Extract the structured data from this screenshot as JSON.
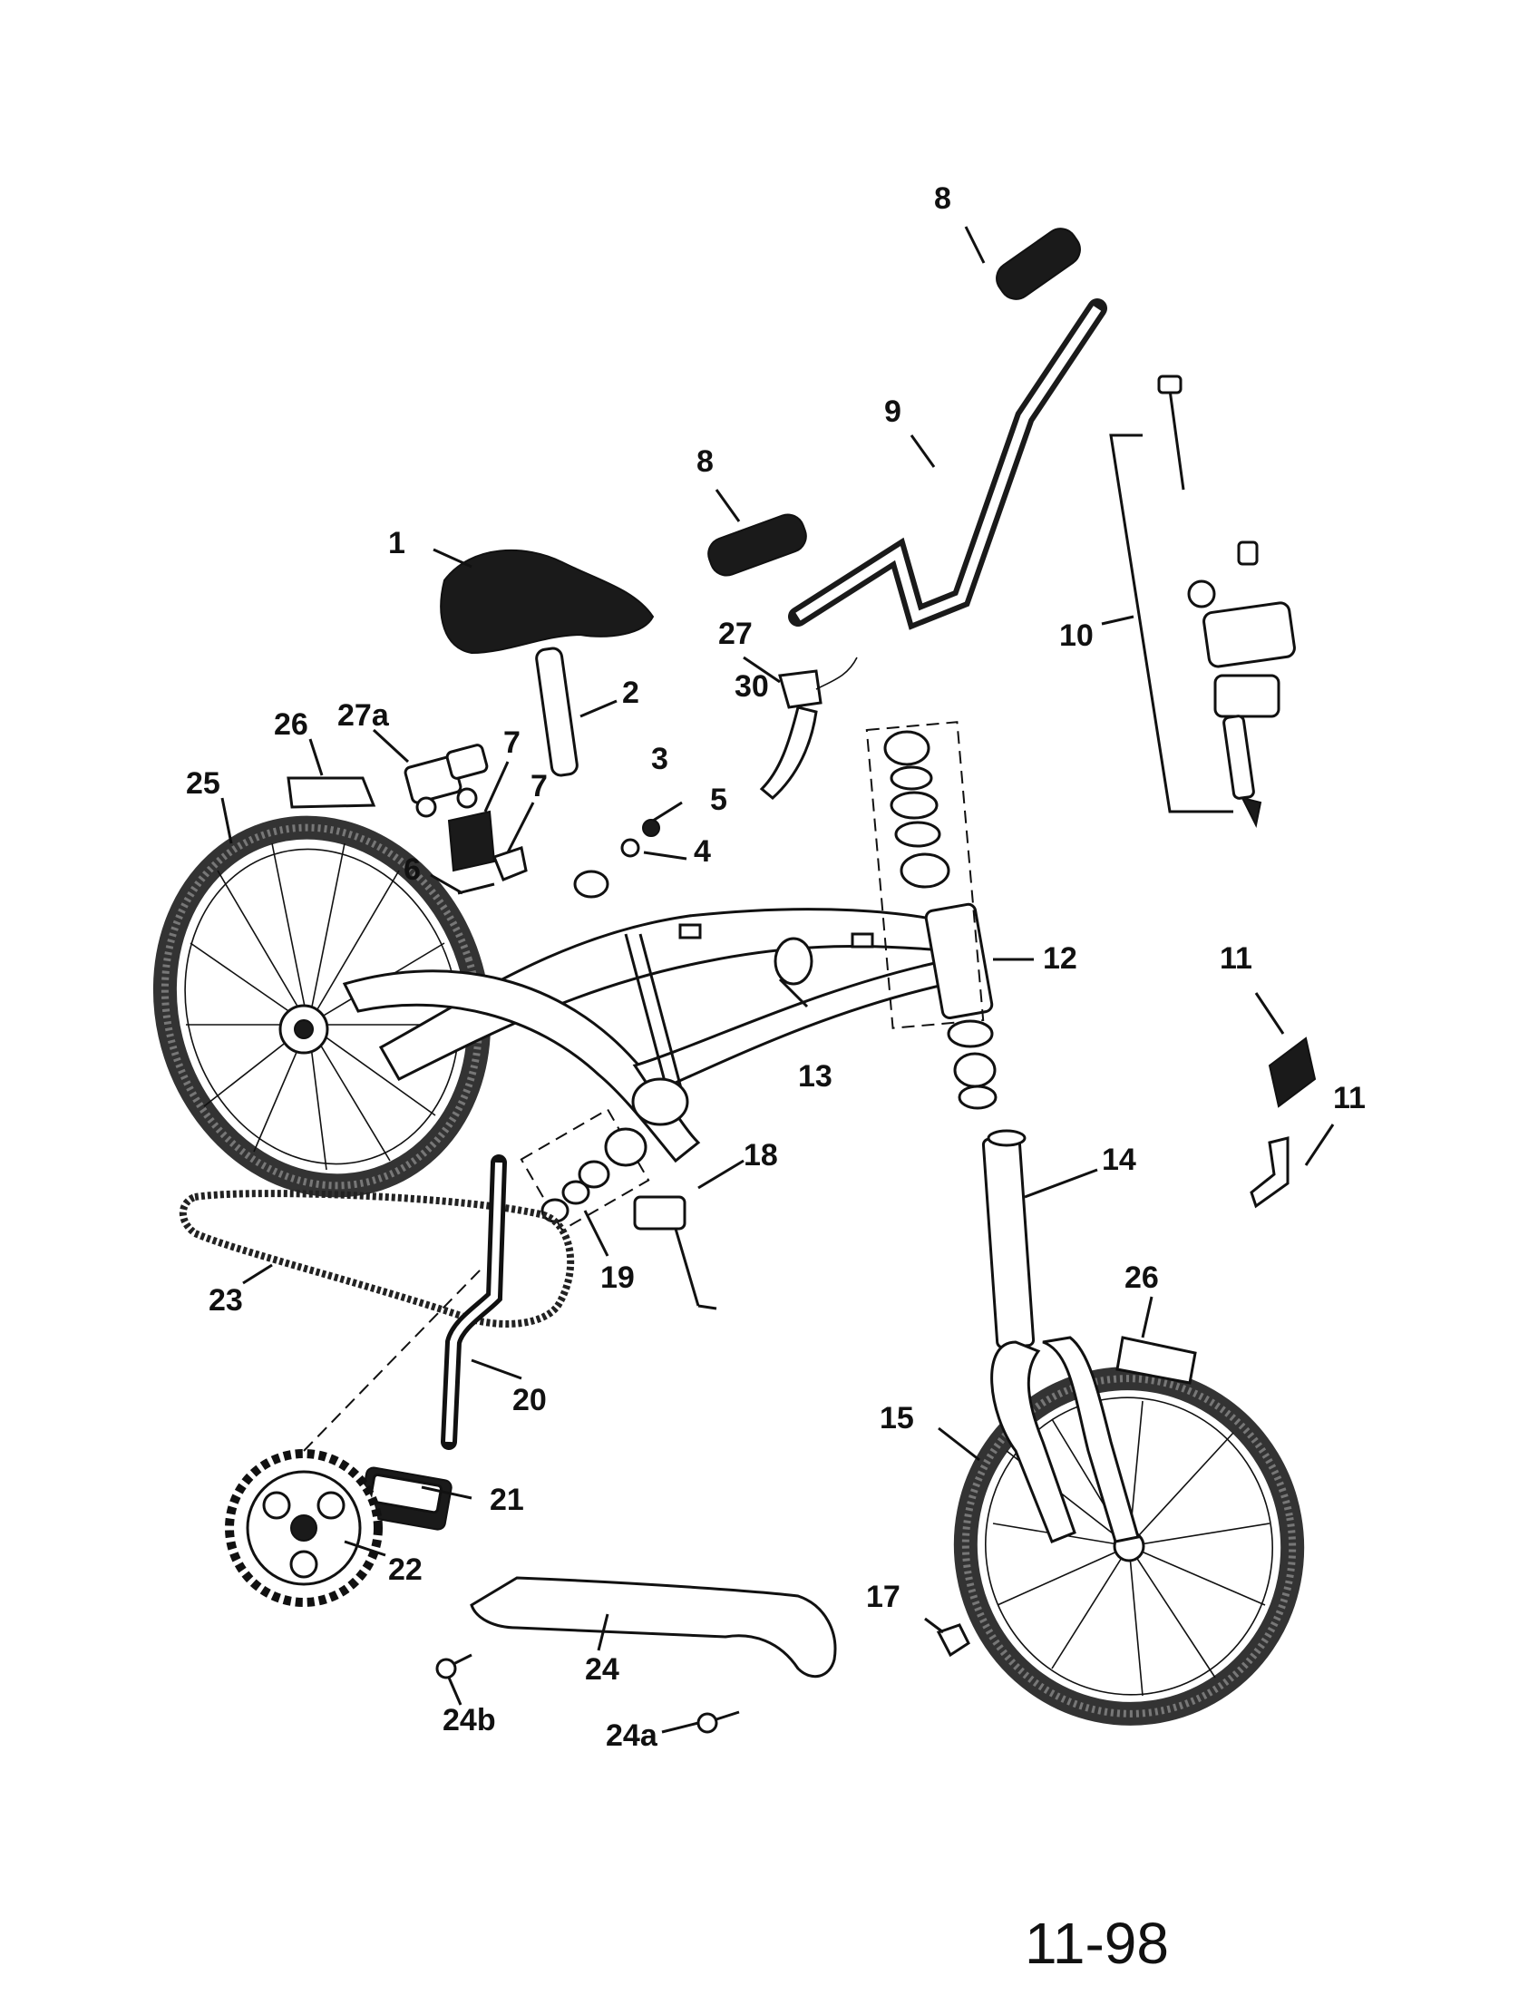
{
  "page_number": "11-98",
  "callouts": {
    "seat": "1",
    "seat_post": "2",
    "seat_clamp": "3",
    "washer": "4",
    "nut": "5",
    "bolt": "6",
    "reflector_bracket_a": "7",
    "reflector_bracket_b": "7",
    "grip_right": "8",
    "grip_left": "8",
    "handlebar": "9",
    "stem_assembly": "10",
    "front_reflector": "11",
    "front_reflector_bracket": "11",
    "headset": "12",
    "frame": "13",
    "fork_steerer": "14",
    "front_wheel": "15",
    "axle_nut": "17",
    "kickstand": "18",
    "bottom_bracket": "19",
    "crank": "20",
    "pedal": "21",
    "chainring": "22",
    "chain": "23",
    "chain_guard": "24",
    "chain_guard_screw_a": "24a",
    "chain_guard_screw_b": "24b",
    "rear_wheel": "25",
    "rear_reflector": "26",
    "fork_reflector": "26",
    "brake_lever": "27",
    "brake_caliper": "27a",
    "brake_cable": "30"
  }
}
